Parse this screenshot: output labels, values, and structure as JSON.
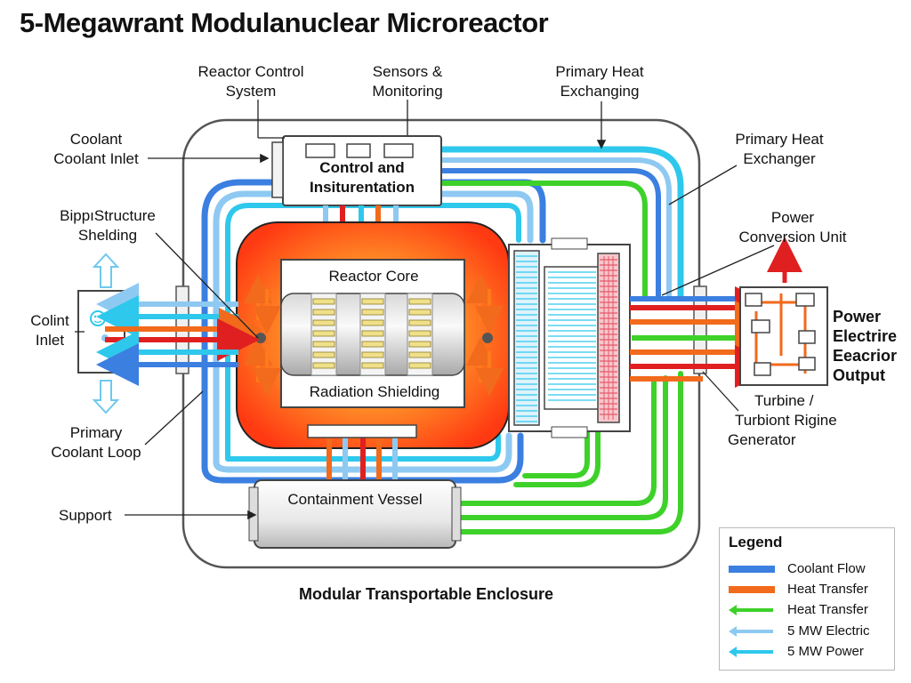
{
  "title": "5-Megawrant Modulanuclear Microreactor",
  "colors": {
    "coolant_blue": "#3b7fe0",
    "light_blue": "#8ec9f2",
    "cyan": "#2ec8ec",
    "orange": "#f26a1b",
    "red": "#e02020",
    "green": "#3ed12a",
    "yellow": "#f0e08a"
  },
  "components": {
    "control": {
      "line1": "Control and",
      "line2": "Insiturentation"
    },
    "core": {
      "title": "Reactor Core",
      "shielding": "Radiation Shielding"
    },
    "containment": "Containment Vessel",
    "enclosure": "Modular Transportable Enclosure"
  },
  "labels": {
    "reactor_control": {
      "line1": "Reactor Control",
      "line2": "System"
    },
    "sensors": {
      "line1": "Sensors &",
      "line2": "Monitoring"
    },
    "phe_top": {
      "line1": "Primary Heat",
      "line2": "Exchanging"
    },
    "coolant_inlet": {
      "line1": "Coolant",
      "line2": "Coolant Inlet"
    },
    "phe_right": {
      "line1": "Primary Heat",
      "line2": "Exchanger"
    },
    "structure": {
      "line1": "BippıStructure",
      "line2": "Shelding"
    },
    "pcu": {
      "line1": "Power",
      "line2": "Conversion Unit"
    },
    "colint": {
      "line1": "Colint",
      "line2": "Inlet"
    },
    "output": {
      "line1": "Power",
      "line2": "Electrire",
      "line3": "Eeacrior",
      "line4": "Output"
    },
    "turbine": {
      "line1": "Turbine /",
      "line2": "Turbiont Rigine",
      "line3": "Generator"
    },
    "primary_loop": {
      "line1": "Primary",
      "line2": "Coolant Loop"
    },
    "support": "Support"
  },
  "legend": {
    "title": "Legend",
    "items": [
      {
        "label": "Coolant Flow",
        "color": "#3b7fe0",
        "style": "bar"
      },
      {
        "label": "Heat Transfer",
        "color": "#f26a1b",
        "style": "bar"
      },
      {
        "label": "Heat Transfer",
        "color": "#3ed12a",
        "style": "arrow"
      },
      {
        "label": "5 MW Electric",
        "color": "#8ec9f2",
        "style": "arrow"
      },
      {
        "label": "5 MW Power",
        "color": "#2ec8ec",
        "style": "arrow"
      }
    ]
  }
}
